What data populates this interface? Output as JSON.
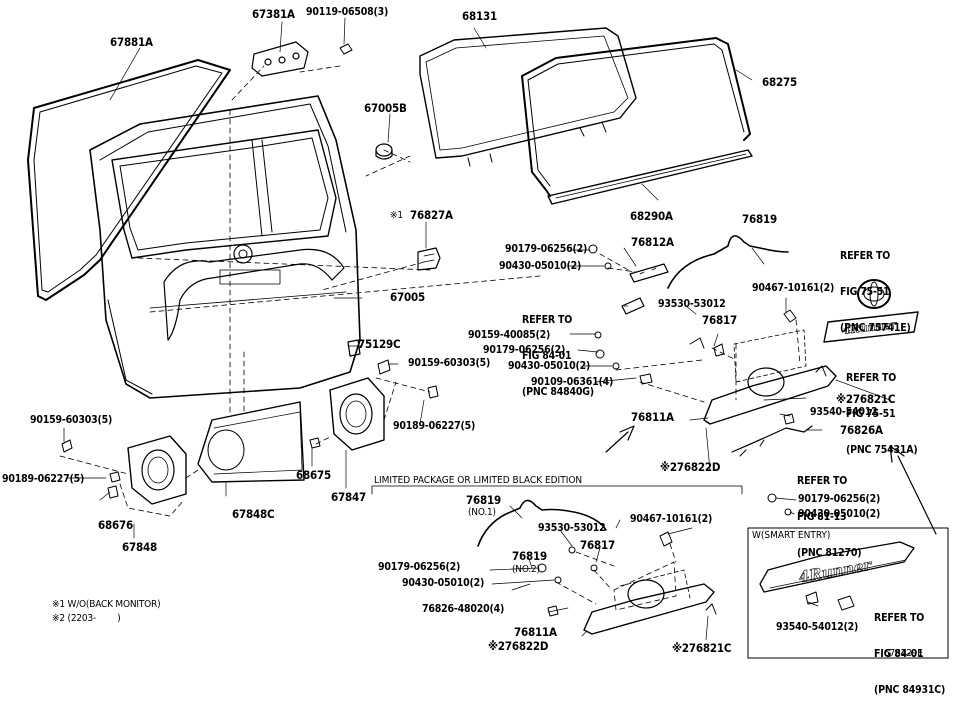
{
  "figure_id": "676229E",
  "parts": {
    "p67881A": "67881A",
    "p67381A": "67381A",
    "p90119_06508": "90119-06508(3)",
    "p68131": "68131",
    "p68275": "68275",
    "p67005B": "67005B",
    "p68290A": "68290A",
    "p76827A": "76827A",
    "mark1_76827A": "※1",
    "p67005": "67005",
    "p76819": "76819",
    "p90179_06256_a": "90179-06256(2)",
    "p76812A": "76812A",
    "p90430_05010_a": "90430-05010(2)",
    "p90159_40085": "90159-40085(2)",
    "p90179_06256_b": "90179-06256(2)",
    "p90430_05010_b": "90430-05010(2)",
    "p90109_06361": "90109-06361(4)",
    "p93530_53012_a": "93530-53012",
    "p76817_a": "76817",
    "p90467_10161_a": "90467-10161(2)",
    "p75129C": "75129C",
    "p90159_60303_a": "90159-60303(5)",
    "p90189_06227_a": "90189-06227(5)",
    "p76811A_a": "76811A",
    "p93540_54012": "93540-54012",
    "p76821C_a": "※276821C",
    "p76826A": "76826A",
    "p76822D_a": "※276822D",
    "p90179_06256_c": "90179-06256(2)",
    "p90430_05010_c": "90430-05010(2)",
    "p90159_60303_b": "90159-60303(5)",
    "p90189_06227_b": "90189-06227(5)",
    "p68676": "68676",
    "p67848": "67848",
    "p67848C": "67848C",
    "p68675": "68675",
    "p67847": "67847",
    "p76819_no1": "76819",
    "p76819_no1_sub": "(NO.1)",
    "p93530_53012_b": "93530-53012",
    "p90467_10161_b": "90467-10161(2)",
    "p76817_b": "76817",
    "p90179_06256_d": "90179-06256(2)",
    "p76819_no2": "76819",
    "p76819_no2_sub": "(NO.2)",
    "p90430_05010_d": "90430-05010(2)",
    "p76826_48020": "76826-48020(4)",
    "p76811A_b": "76811A",
    "p76822D_b": "※276822D",
    "p76821C_b": "※276821C",
    "p93540_54012_2": "93540-54012(2)"
  },
  "refs": {
    "r75741E": [
      "REFER TO",
      "FIG 75-51",
      "(PNC 75741E)"
    ],
    "r84840G": [
      "REFER TO",
      "FIG 84-01",
      "(PNC 84840G)"
    ],
    "r75431A": [
      "REFER TO",
      "FIG 75-51",
      "(PNC 75431A)"
    ],
    "r81270": [
      "REFER TO",
      "FIG 81-13",
      "(PNC 81270)"
    ],
    "r84931C": [
      "REFER TO",
      "FIG 84-01",
      "(PNC 84931C)"
    ]
  },
  "boxes": {
    "limited_title": "LIMITED PACKAGE OR LIMITED BLACK EDITION",
    "smart_title": "W(SMART ENTRY)"
  },
  "notes": {
    "n1": "※1 W/O(BACK MONITOR)",
    "n2": "※2 (2203-        )"
  },
  "emblem_text": "4Runner"
}
